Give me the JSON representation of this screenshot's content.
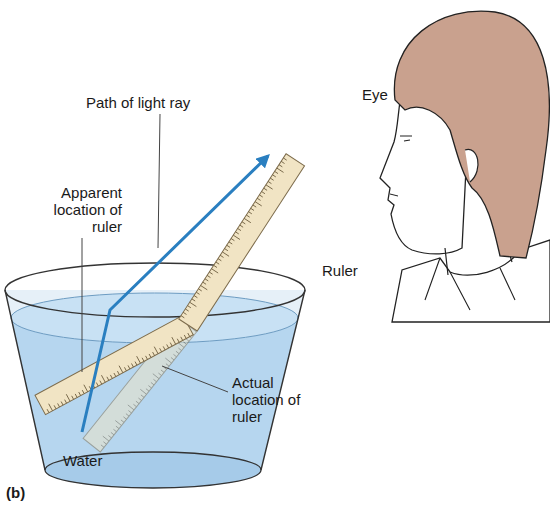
{
  "diagram": {
    "labels": [
      "Path of light ray",
      "Eye",
      "Apparent location of ruler",
      "Ruler",
      "Actual location of ruler",
      "Water",
      "(b)"
    ]
  }
}
